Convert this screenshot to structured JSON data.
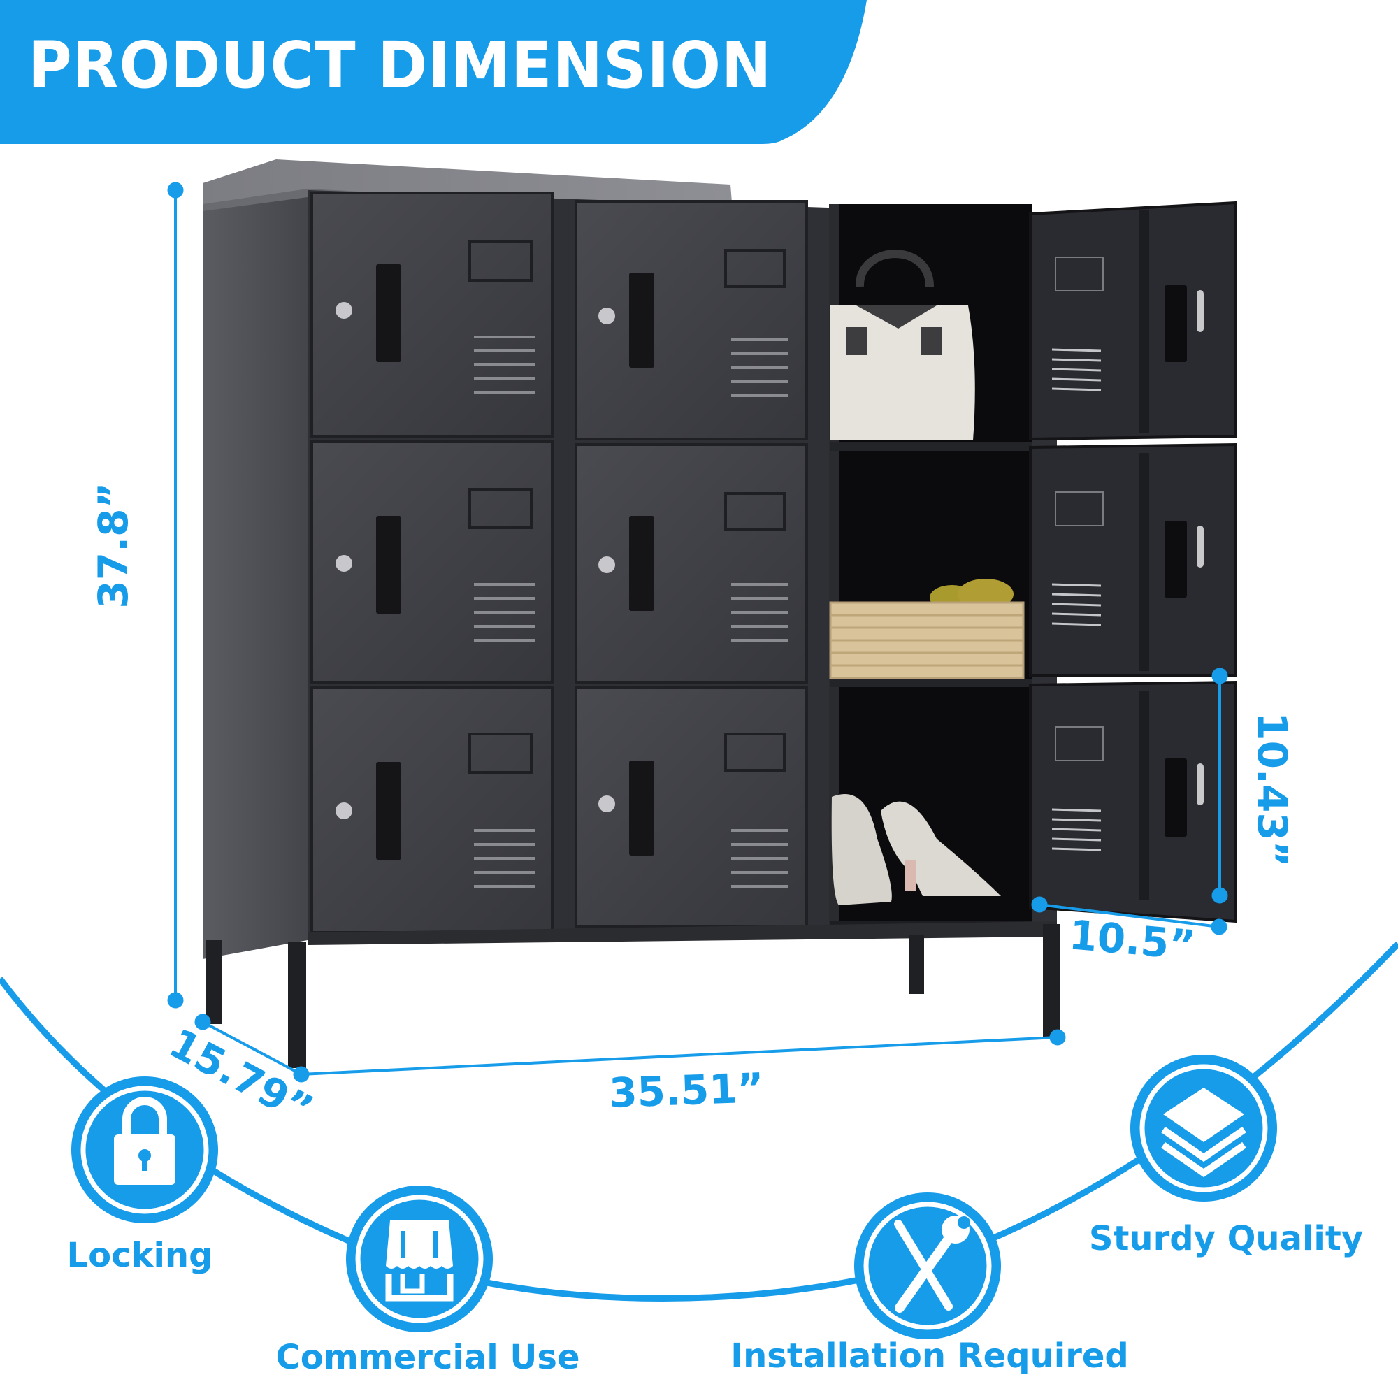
{
  "header": {
    "title": "PRODUCT DIMENSION",
    "banner_color": "#179cea"
  },
  "product": {
    "name": "9-door metal storage locker cabinet",
    "color": "#3b3c41",
    "columns": 3,
    "rows": 3,
    "open_column_items": [
      "handbag",
      "wicker basket with fruit",
      "pair of high-heel shoes"
    ]
  },
  "dimensions": {
    "height": "37.8”",
    "width": "35.51”",
    "depth": "15.79”",
    "door_height": "10.43”",
    "door_width": "10.5”"
  },
  "features": [
    {
      "label": "Locking",
      "icon": "lock-icon"
    },
    {
      "label": "Commercial Use",
      "icon": "storefront-icon"
    },
    {
      "label": "Installation Required",
      "icon": "tools-icon"
    },
    {
      "label": "Sturdy Quality",
      "icon": "layers-icon"
    }
  ],
  "accent_color": "#179cea"
}
